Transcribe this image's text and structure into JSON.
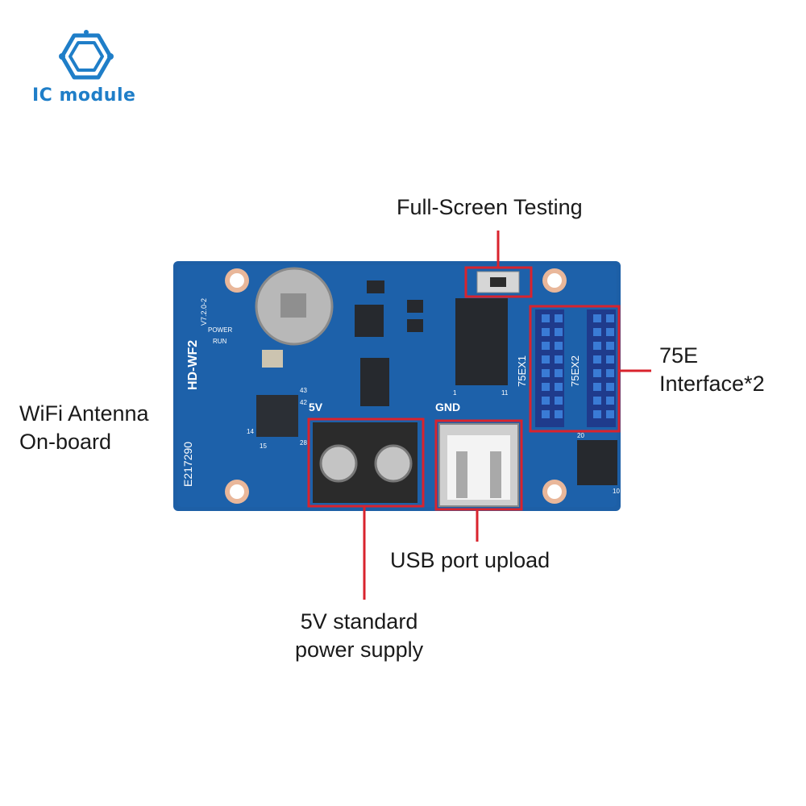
{
  "brand": {
    "logo_icon": "hexagon-circuit-logo",
    "name": "IC module",
    "color": "#1f7ec8"
  },
  "callouts": {
    "full_screen_testing": "Full-Screen Testing",
    "interface_75e": [
      "75E",
      "Interface*2"
    ],
    "wifi_antenna": [
      "WiFi Antenna",
      "On-board"
    ],
    "usb_port": "USB port upload",
    "power_supply": [
      "5V standard",
      "power supply"
    ]
  },
  "board": {
    "model": "HD-WF2",
    "version": "V7.2.0-2",
    "serial": "E217290",
    "led_power": "POWER",
    "led_run": "RUN",
    "label_5v": "5V",
    "label_gnd": "GND",
    "header_1": "75EX1",
    "header_2": "75EX2",
    "pin_20": "20",
    "pin_10": "10",
    "pin_1": "1",
    "pin_11": "11",
    "pin_43": "43",
    "pin_42": "42",
    "pin_14": "14",
    "pin_28": "28",
    "pin_15": "15",
    "pcb_color": "#1d5fa6",
    "highlight_color": "#d9232d"
  }
}
